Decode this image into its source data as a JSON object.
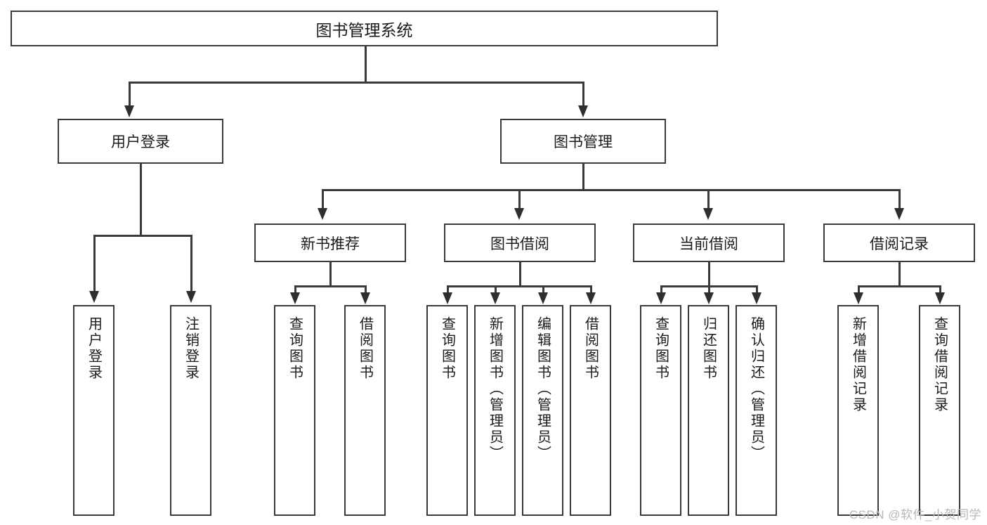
{
  "diagram": {
    "title": "图书管理系统",
    "watermark": "CSDN @软件_小贺同学",
    "colors": {
      "background": "#ffffff",
      "box_border": "#3a3a3a",
      "box_fill": "#ffffff",
      "connector": "#3a3a3a",
      "text": "#1b1b1b",
      "watermark_text": "#b8b8b8"
    },
    "root": {
      "label": "图书管理系统"
    },
    "level1": [
      {
        "label": "用户登录"
      },
      {
        "label": "图书管理"
      }
    ],
    "level2": [
      {
        "label": "新书推荐"
      },
      {
        "label": "图书借阅"
      },
      {
        "label": "当前借阅"
      },
      {
        "label": "借阅记录"
      }
    ],
    "leaves": {
      "user_login": [
        {
          "label": "用户登录"
        },
        {
          "label": "注销登录"
        }
      ],
      "new_book_recommend": [
        {
          "label": "查询图书"
        },
        {
          "label": "借阅图书"
        }
      ],
      "book_borrow": [
        {
          "label": "查询图书"
        },
        {
          "label": "新增图书（管理员）"
        },
        {
          "label": "编辑图书（管理员）"
        },
        {
          "label": "借阅图书"
        }
      ],
      "current_borrow": [
        {
          "label": "查询图书"
        },
        {
          "label": "归还图书"
        },
        {
          "label": "确认归还（管理员）"
        }
      ],
      "borrow_record": [
        {
          "label": "新增借阅记录"
        },
        {
          "label": "查询借阅记录"
        }
      ]
    }
  }
}
